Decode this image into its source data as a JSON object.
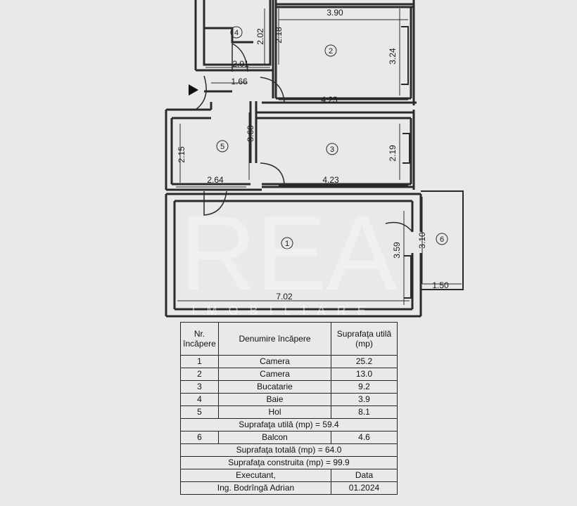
{
  "plan": {
    "dimensions": {
      "d390": "3.90",
      "d202": "2.02",
      "d218": "2.18",
      "d324": "3.24",
      "d201": "2.01",
      "d166": "1.66",
      "d423a": "4.23",
      "d360": "3.60",
      "d215": "2.15",
      "d219": "2.19",
      "d264": "2.64",
      "d423b": "4.23",
      "d310": "3.10",
      "d359": "3.59",
      "d150": "1.50",
      "d702": "7.02"
    },
    "rooms": [
      "1",
      "2",
      "3",
      "4",
      "5",
      "6"
    ],
    "watermark": {
      "logo": "REA",
      "sub": "IMOBILIARE"
    }
  },
  "table": {
    "headers": {
      "nr": "Nr. încăpere",
      "name": "Denumire încăpere",
      "area": "Suprafaţa utilă (mp)"
    },
    "rows": [
      {
        "nr": "1",
        "name": "Camera",
        "area": "25.2"
      },
      {
        "nr": "2",
        "name": "Camera",
        "area": "13.0"
      },
      {
        "nr": "3",
        "name": "Bucatarie",
        "area": "9.2"
      },
      {
        "nr": "4",
        "name": "Baie",
        "area": "3.9"
      },
      {
        "nr": "5",
        "name": "Hol",
        "area": "8.1"
      }
    ],
    "useful_total": "Suprafaţa utilă (mp) = 59.4",
    "balcony": {
      "nr": "6",
      "name": "Balcon",
      "area": "4.6"
    },
    "total": "Suprafaţa totală (mp) = 64.0",
    "built": "Suprafaţa construita (mp) = 99.9",
    "executant_label": "Executant,",
    "date_label": "Data",
    "engineer": "Ing. Bodrîngă Adrian",
    "date": "01.2024"
  }
}
